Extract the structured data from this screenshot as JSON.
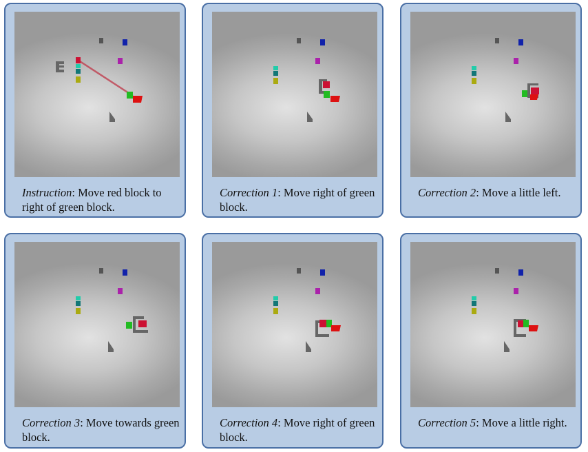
{
  "colors": {
    "panel_bg": "#b8cce4",
    "panel_border": "#4a6fa5",
    "red_block": "#cc1133",
    "green_block": "#22bb22",
    "blue_block": "#1122aa",
    "magenta_block": "#aa22aa",
    "cyan_block": "#22ccaa",
    "teal_block": "#117777",
    "yellow_block": "#aaaa11",
    "gripper": "#666666",
    "target_square": "#dd1111",
    "trajectory": "#c04050"
  },
  "panels": [
    {
      "label": "Instruction",
      "text": ": Move red block to right of green block."
    },
    {
      "label": "Correction 1",
      "text": ": Move right of green block."
    },
    {
      "label": "Correction 2",
      "text": ": Move a little left."
    },
    {
      "label": "Correction 3",
      "text": ": Move towards green block."
    },
    {
      "label": "Correction 4",
      "text": ": Move right of green block."
    },
    {
      "label": "Correction 5",
      "text": ": Move a little right."
    }
  ]
}
